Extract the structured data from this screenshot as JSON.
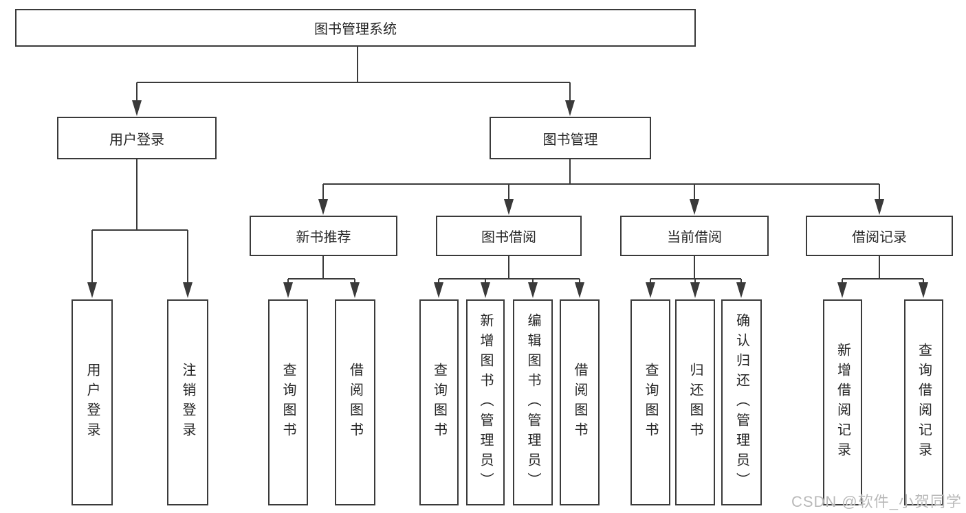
{
  "tree": {
    "label": "图书管理系统",
    "children": [
      {
        "label": "用户登录",
        "children": [
          {
            "label": "用户登录"
          },
          {
            "label": "注销登录"
          }
        ]
      },
      {
        "label": "图书管理",
        "children": [
          {
            "label": "新书推荐",
            "children": [
              {
                "label": "查询图书"
              },
              {
                "label": "借阅图书"
              }
            ]
          },
          {
            "label": "图书借阅",
            "children": [
              {
                "label": "查询图书"
              },
              {
                "label": "新增图书（管理员）"
              },
              {
                "label": "编辑图书（管理员）"
              },
              {
                "label": "借阅图书"
              }
            ]
          },
          {
            "label": "当前借阅",
            "children": [
              {
                "label": "查询图书"
              },
              {
                "label": "归还图书"
              },
              {
                "label": "确认归还（管理员）"
              }
            ]
          },
          {
            "label": "借阅记录",
            "children": [
              {
                "label": "新增借阅记录"
              },
              {
                "label": "查询借阅记录"
              }
            ]
          }
        ]
      }
    ]
  },
  "watermark": {
    "text": "CSDN @软件_小贺同学"
  },
  "colors": {
    "line": "#3a3a3a",
    "text": "#262626",
    "watermark": "#b9b9b9",
    "background": "#ffffff"
  }
}
